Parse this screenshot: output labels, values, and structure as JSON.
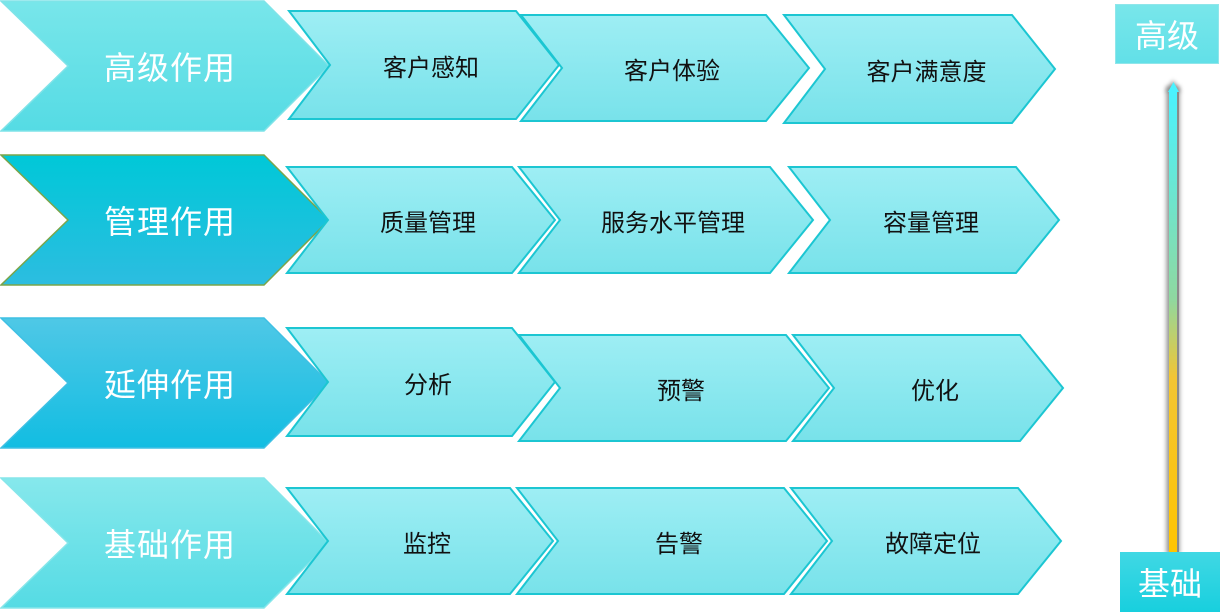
{
  "rows": [
    {
      "main": {
        "label": "高级作用",
        "top": "#78e6ea",
        "bottom": "#55dbe4",
        "stroke": "#7fe3e8"
      },
      "items": [
        "客户感知",
        "客户体验",
        "客户满意度"
      ]
    },
    {
      "main": {
        "label": "管理作用",
        "top": "#00c8d8",
        "bottom": "#2cbde0",
        "stroke": "#7aa54a"
      },
      "items": [
        "质量管理",
        "服务水平管理",
        "容量管理"
      ]
    },
    {
      "main": {
        "label": "延伸作用",
        "top": "#4fc8e6",
        "bottom": "#12bde2",
        "stroke": "#3fc0e4"
      },
      "items": [
        "分析",
        "预警",
        "优化"
      ]
    },
    {
      "main": {
        "label": "基础作用",
        "top": "#86e8ec",
        "bottom": "#55dbe4",
        "stroke": "#86e6ea"
      },
      "items": [
        "监控",
        "告警",
        "故障定位"
      ]
    }
  ],
  "sub_style": {
    "top": "#9eeef4",
    "bottom": "#78e2ea",
    "stroke": "#1cc6d2"
  },
  "level_axis": {
    "top_label": "高级",
    "bottom_label": "基础",
    "top_box_color": "#62e0e8",
    "bottom_box_color": "#18cfde",
    "gradient": [
      "#4af2ff",
      "#8fd8a0",
      "#f2c534",
      "#ffc400"
    ]
  }
}
